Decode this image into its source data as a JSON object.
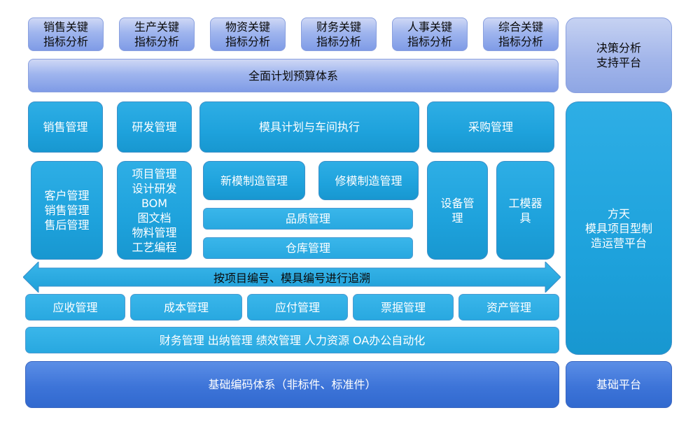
{
  "kpi_row": [
    "销售关键\n指标分析",
    "生产关键\n指标分析",
    "物资关键\n指标分析",
    "财务关键\n指标分析",
    "人事关键\n指标分析",
    "综合关键\n指标分析"
  ],
  "budget_system": "全面计划预算体系",
  "decision_platform": "决策分析\n支持平台",
  "modules_top": {
    "sales": "销售管理",
    "rnd": "研发管理",
    "mold_plan": "模具计划与车间执行",
    "purchase": "采购管理"
  },
  "modules_detail": {
    "customer": "客户管理\n销售管理\n售后管理",
    "project": "项目管理\n设计研发\nBOM\n图文档\n物料管理\n工艺编程",
    "new_mold": "新模制造管理",
    "repair_mold": "修模制造管理",
    "quality": "品质管理",
    "warehouse": "仓库管理",
    "equipment": "设备管\n理",
    "tooling": "工模器\n具"
  },
  "platform": "方天\n模具项目型制\n造运营平台",
  "trace_arrow": "按项目编号、模具编号进行追溯",
  "finance_row": [
    "应收管理",
    "成本管理",
    "应付管理",
    "票据管理",
    "资产管理"
  ],
  "hr_row": "财务管理 出纳管理  绩效管理 人力资源  OA办公自动化",
  "base_coding": "基础编码体系（非标件、标准件）",
  "base_platform": "基础平台",
  "colors": {
    "lavender": "#9fb5ee",
    "cyan": "#1ea2dc",
    "blue": "#3d74d8"
  }
}
